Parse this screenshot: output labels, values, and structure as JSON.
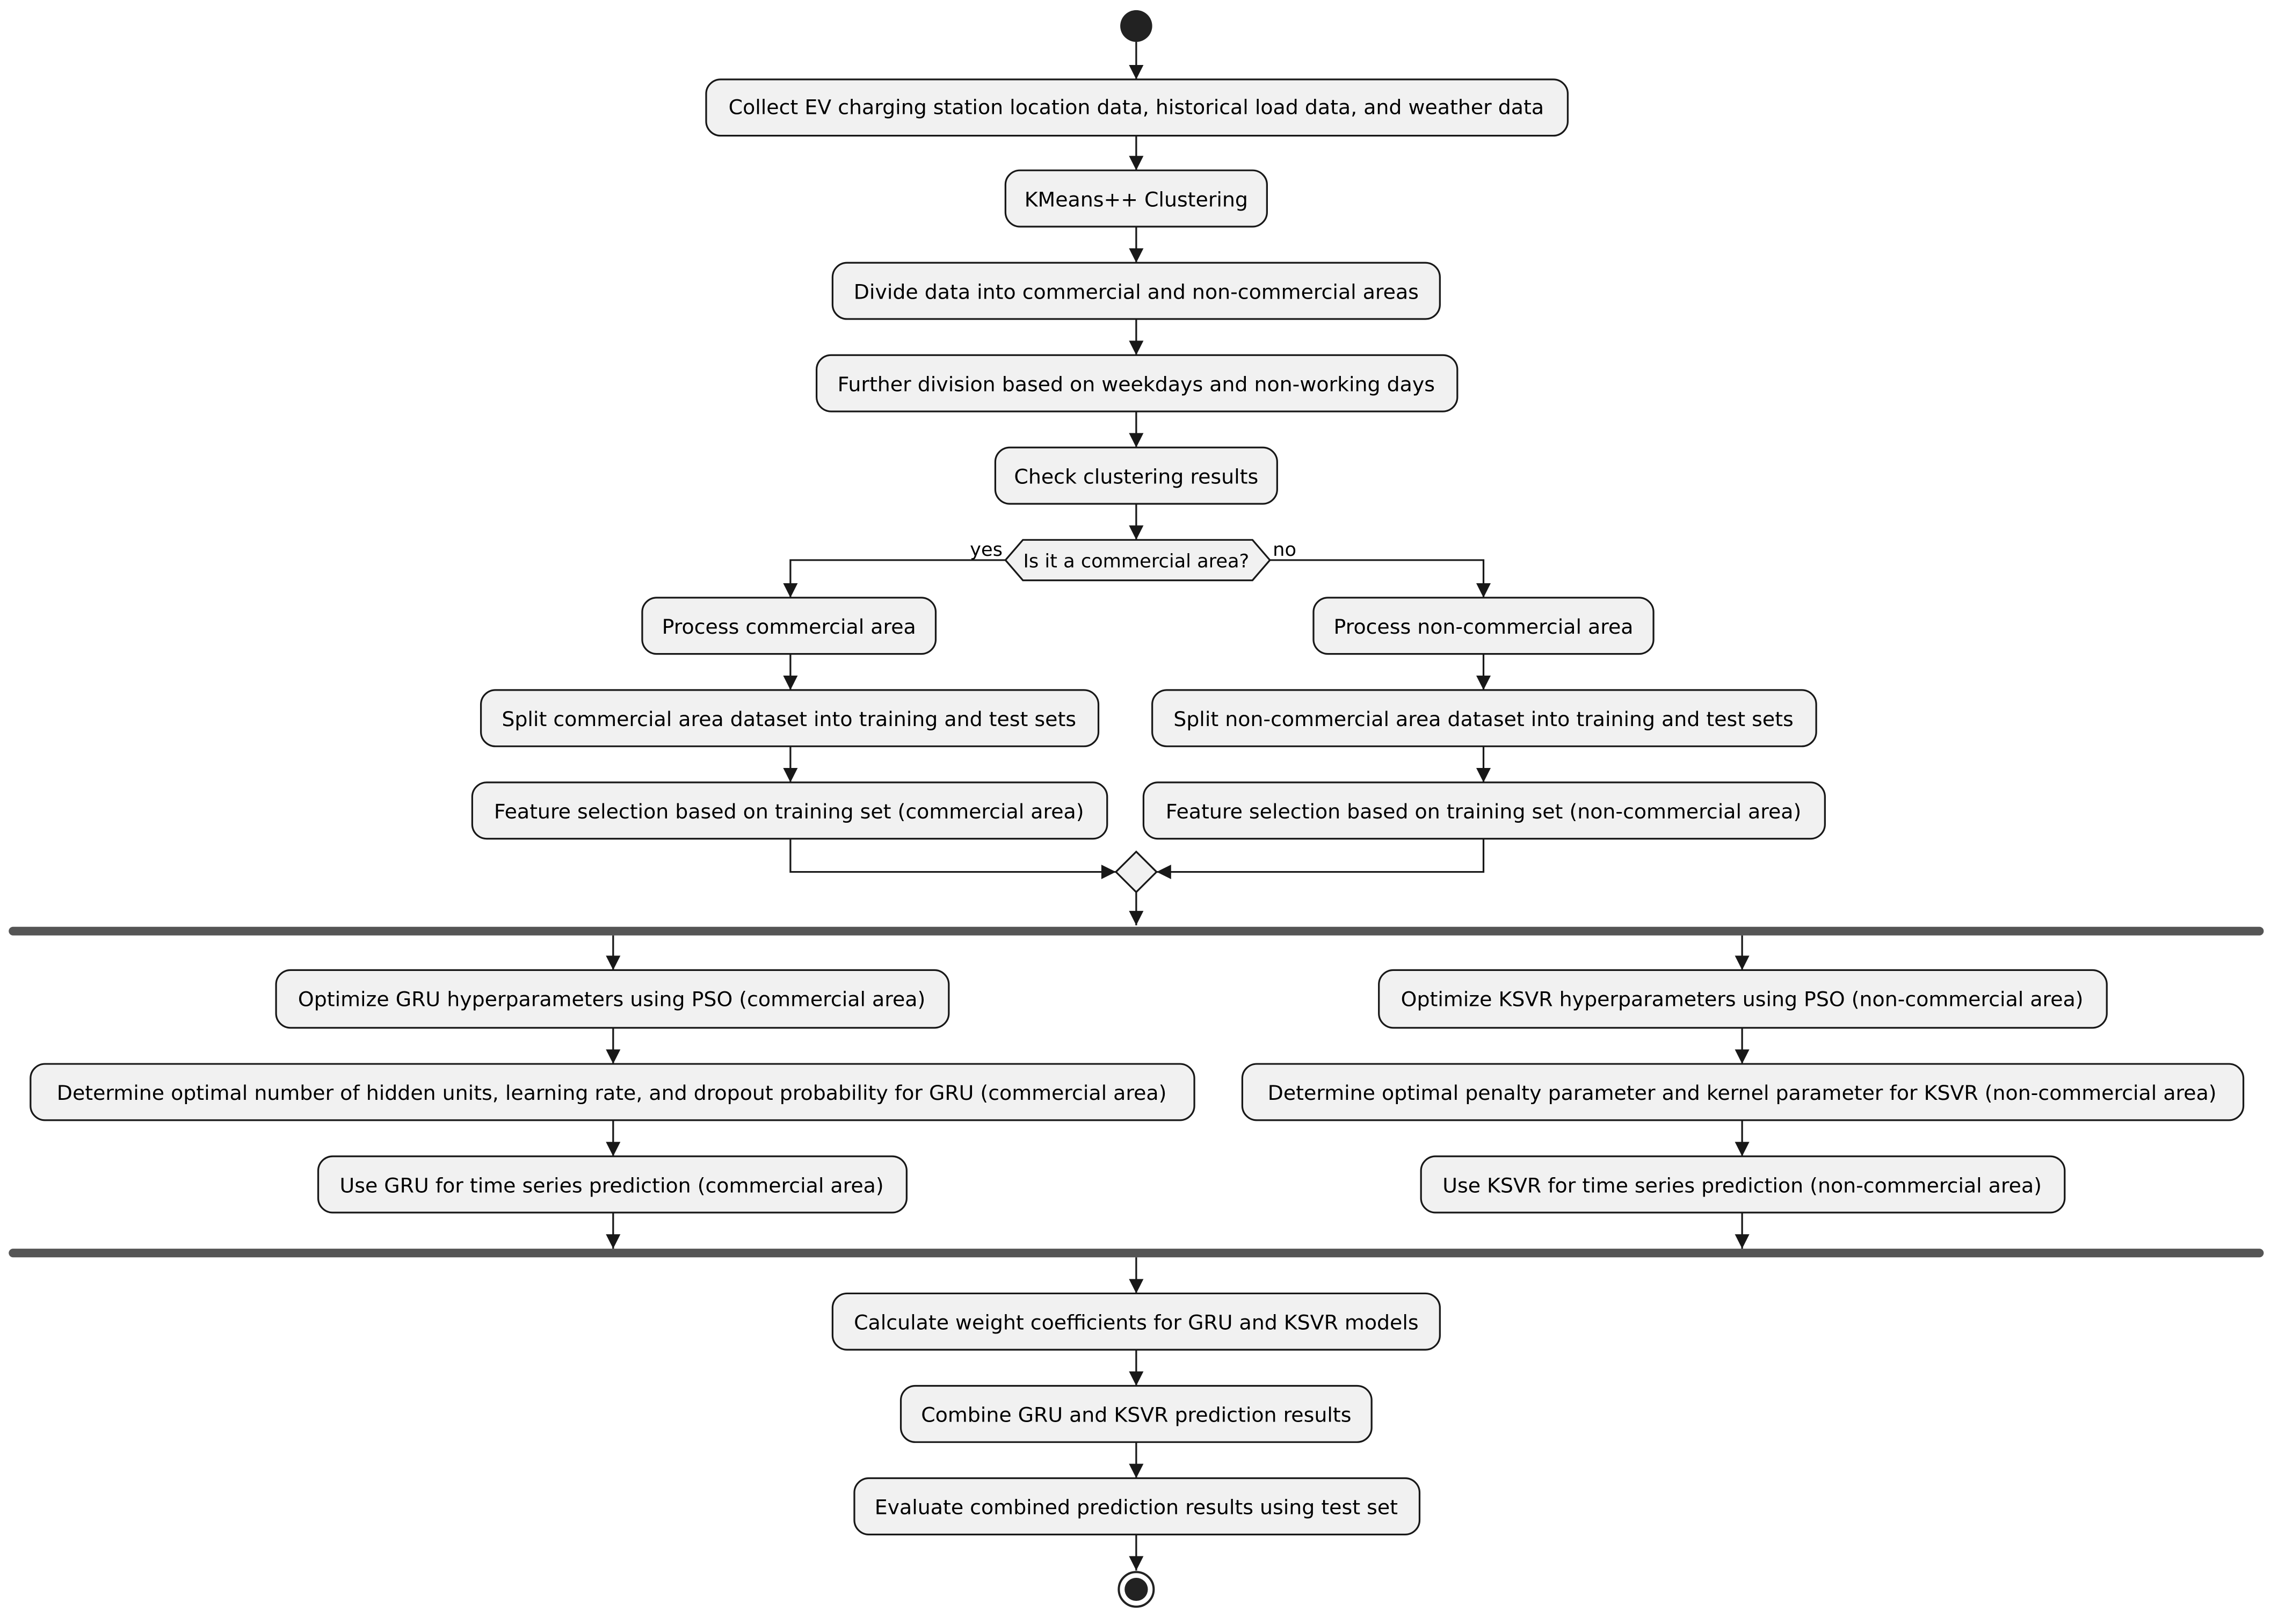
{
  "diagram": {
    "type": "activity-diagram",
    "colors": {
      "node_fill": "#f1f1f1",
      "node_border": "#181818",
      "bar_fill": "#555555",
      "line": "#181818",
      "start_end": "#222222"
    },
    "steps": {
      "collect": "Collect EV charging station location data, historical load data, and weather data",
      "clustering": "KMeans++ Clustering",
      "divide": "Divide data into commercial and non-commercial areas",
      "further": "Further division based on weekdays and non-working days",
      "check": "Check clustering results"
    },
    "decision": {
      "question": "Is it a commercial area?",
      "yes_label": "yes",
      "no_label": "no"
    },
    "commercial_branch": {
      "process": "Process commercial area",
      "split": "Split commercial area dataset into training and test sets",
      "feature": "Feature selection based on training set (commercial area)"
    },
    "noncommercial_branch": {
      "process": "Process non-commercial area",
      "split": "Split non-commercial area dataset into training and test sets",
      "feature": "Feature selection based on training set (non-commercial area)"
    },
    "gru_branch": {
      "optimize": "Optimize GRU hyperparameters using PSO (commercial area)",
      "determine": "Determine optimal number of hidden units, learning rate, and dropout probability for GRU (commercial area)",
      "predict": "Use GRU for time series prediction (commercial area)"
    },
    "ksvr_branch": {
      "optimize": "Optimize KSVR hyperparameters using PSO (non-commercial area)",
      "determine": "Determine optimal penalty parameter and kernel parameter for KSVR (non-commercial area)",
      "predict": "Use KSVR for time series prediction (non-commercial area)"
    },
    "final_steps": {
      "weights": "Calculate weight coefficients for GRU and KSVR models",
      "combine": "Combine GRU and KSVR prediction results",
      "evaluate": "Evaluate combined prediction results using test set"
    }
  }
}
